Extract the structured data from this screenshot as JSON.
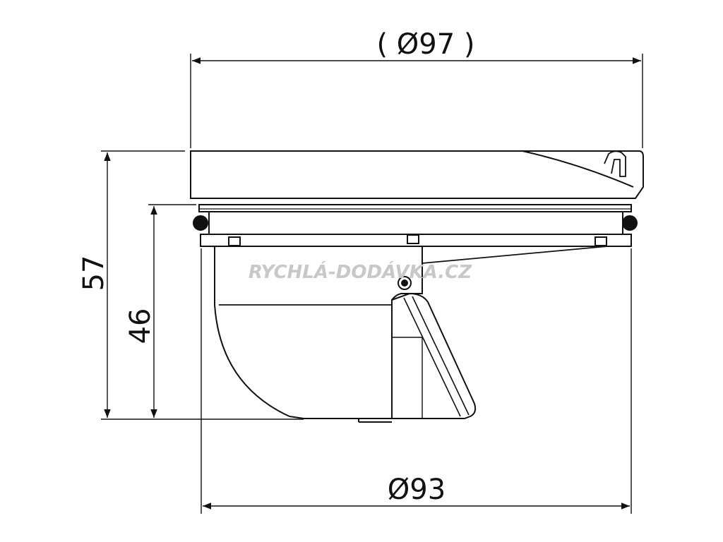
{
  "dimensions": {
    "top_diameter": "( Ø97 )",
    "bottom_diameter": "Ø93",
    "total_height": "57",
    "body_height": "46"
  },
  "watermark": "RYCHLÁ-DODÁVKA.CZ",
  "colors": {
    "line": "#111111",
    "watermark": "#c8c8c8",
    "background": "#ffffff"
  }
}
